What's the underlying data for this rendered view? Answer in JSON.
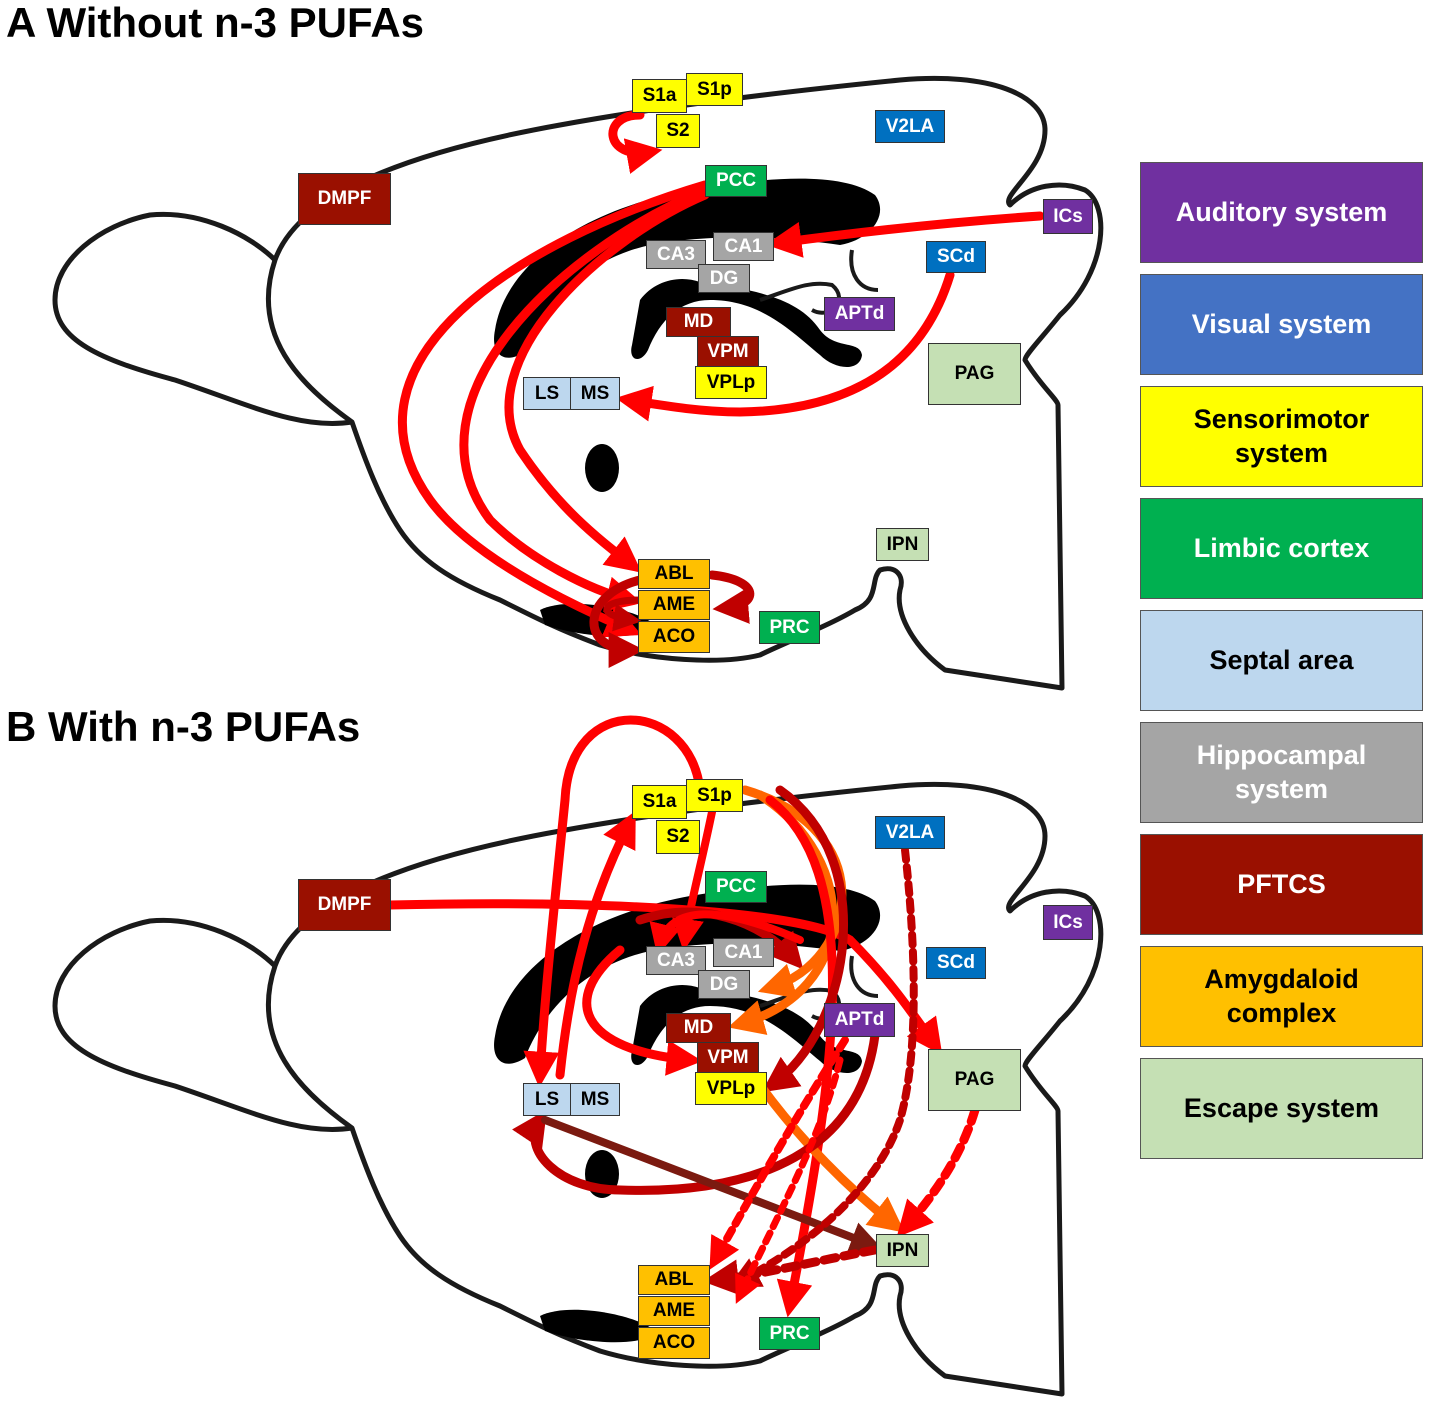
{
  "panels": {
    "a_title": "A Without n-3 PUFAs",
    "b_title": "B With n-3 PUFAs"
  },
  "region_labels": {
    "S1a": "S1a",
    "S1p": "S1p",
    "S2": "S2",
    "V2LA": "V2LA",
    "DMPF": "DMPF",
    "PCC": "PCC",
    "ICs": "ICs",
    "CA3": "CA3",
    "CA1": "CA1",
    "DG": "DG",
    "SCd": "SCd",
    "APTd": "APTd",
    "MD": "MD",
    "VPM": "VPM",
    "VPLp": "VPLp",
    "PAG": "PAG",
    "LS": "LS",
    "MS": "MS",
    "IPN": "IPN",
    "ABL": "ABL",
    "AME": "AME",
    "ACO": "ACO",
    "PRC": "PRC"
  },
  "legend": [
    {
      "label": "Auditory system",
      "color": "#7030a0",
      "text_color": "#ffffff"
    },
    {
      "label": "Visual system",
      "color": "#4472c4",
      "text_color": "#ffffff"
    },
    {
      "label": "Sensorimotor system",
      "color": "#ffff00",
      "text_color": "#000000"
    },
    {
      "label": "Limbic cortex",
      "color": "#00b050",
      "text_color": "#ffffff"
    },
    {
      "label": "Septal area",
      "color": "#bdd7ee",
      "text_color": "#000000"
    },
    {
      "label": "Hippocampal system",
      "color": "#a5a5a5",
      "text_color": "#ffffff"
    },
    {
      "label": "PFTCS",
      "color": "#9a1000",
      "text_color": "#ffffff"
    },
    {
      "label": "Amygdaloid complex",
      "color": "#ffc000",
      "text_color": "#000000"
    },
    {
      "label": "Escape system",
      "color": "#c5e0b4",
      "text_color": "#000000"
    }
  ],
  "colors": {
    "connection_red": "#ff0000",
    "connection_darkred": "#c00000",
    "connection_maroon": "#7b1a10",
    "connection_orange": "#ff6600",
    "outline": "#1a1a1a"
  }
}
